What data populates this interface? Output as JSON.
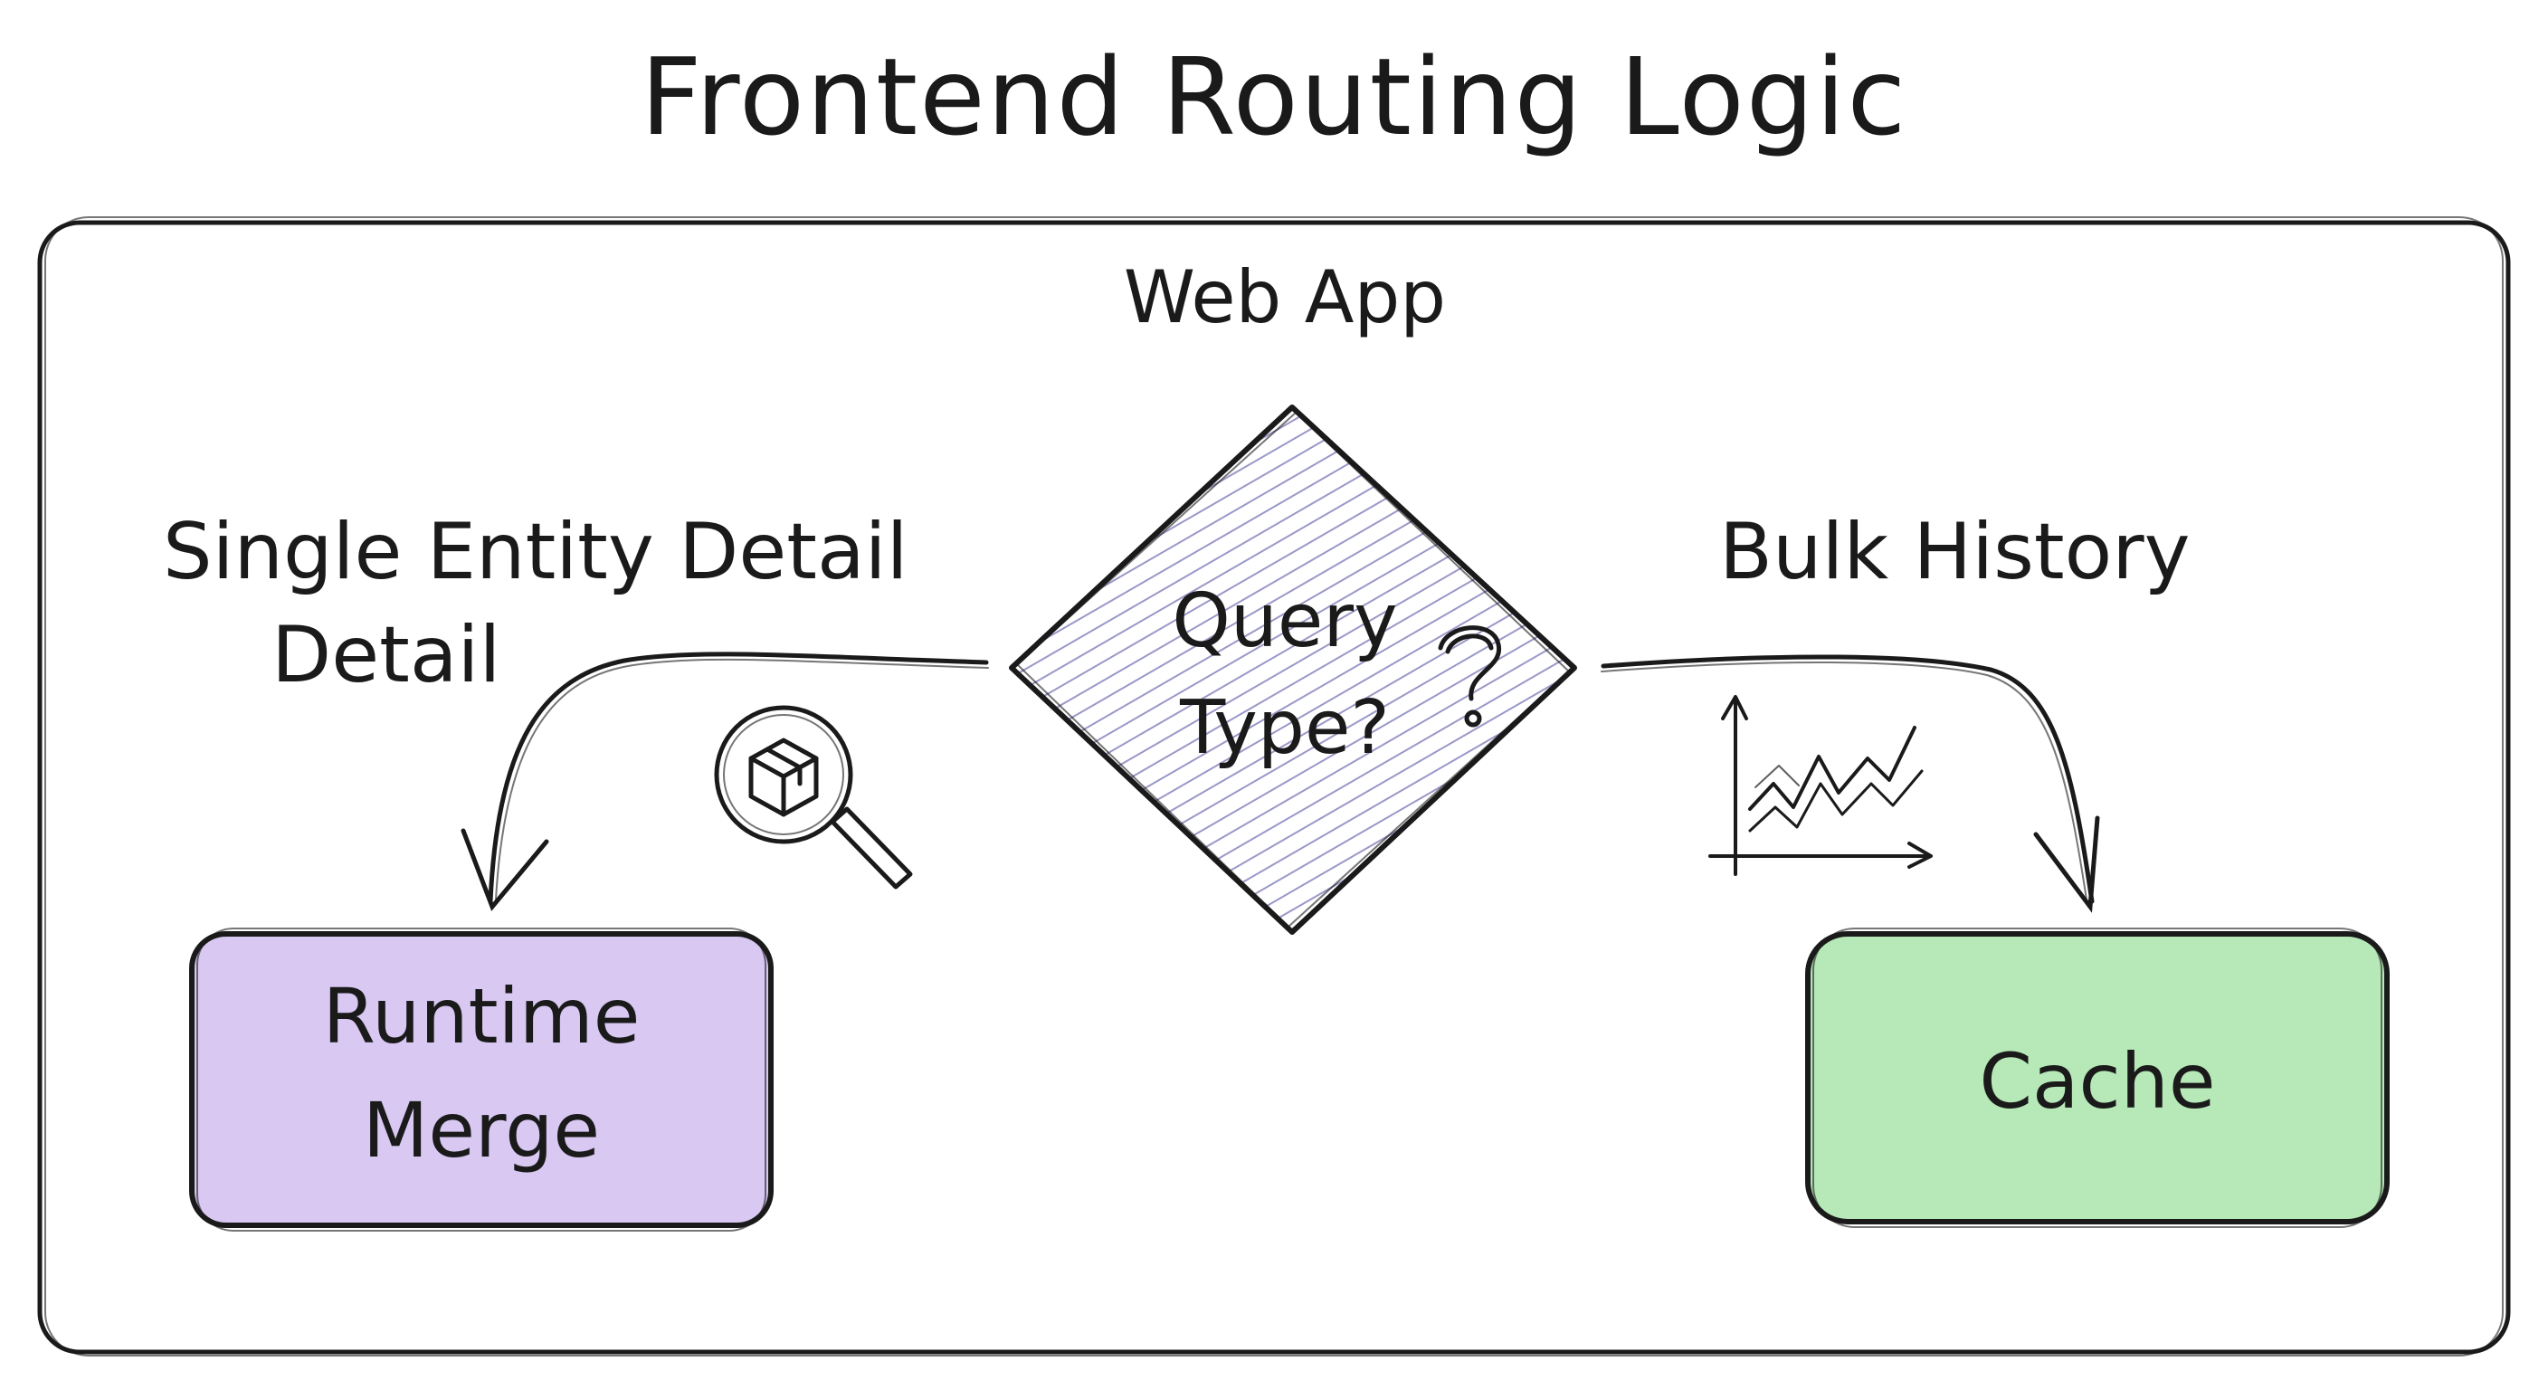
{
  "title": "Frontend Routing Logic",
  "container": {
    "label": "Web App"
  },
  "decision": {
    "line1": "Query",
    "line2": "Type?"
  },
  "branches": {
    "left": {
      "line1": "Single Entity Detail",
      "line2": "Detail"
    },
    "right": {
      "label": "Bulk History"
    }
  },
  "nodes": {
    "runtime_merge": {
      "line1": "Runtime",
      "line2": "Merge",
      "fill": "#d8c8f2"
    },
    "cache": {
      "label": "Cache",
      "fill": "#b6e8b8"
    }
  },
  "icons": {
    "left": "magnifier-box-icon",
    "right": "line-chart-icon",
    "decision": "question-mark-icon"
  },
  "colors": {
    "ink": "#1a1a1a",
    "diamond_hatch": "#9a98c8",
    "runtime_fill": "#d8c8f2",
    "cache_fill": "#b6e8b8"
  }
}
